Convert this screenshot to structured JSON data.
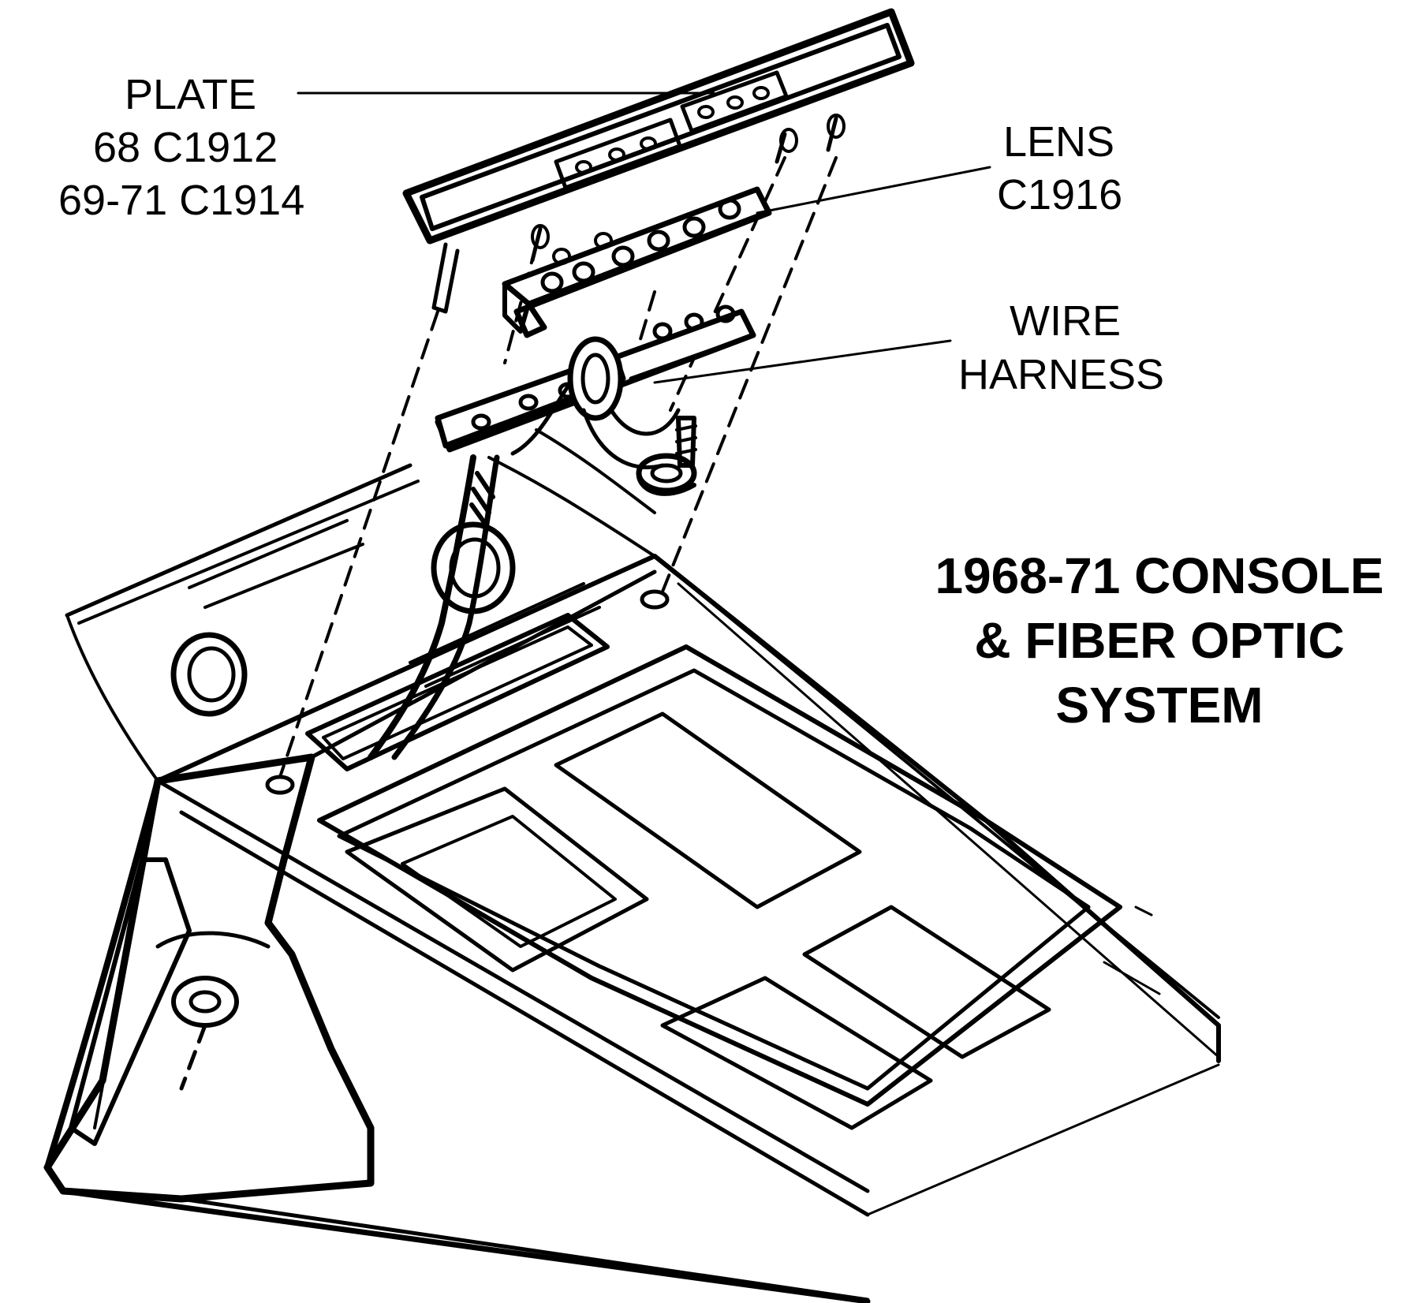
{
  "callouts": {
    "plate": {
      "name": "PLATE",
      "line1": "68  C1912",
      "line2": "69-71  C1914"
    },
    "lens": {
      "name": "LENS",
      "part": "C1916"
    },
    "wire_harness": {
      "line1": "WIRE",
      "line2": "HARNESS"
    }
  },
  "title": {
    "line1": "1968-71 CONSOLE",
    "line2": "& FIBER OPTIC",
    "line3": "SYSTEM"
  }
}
